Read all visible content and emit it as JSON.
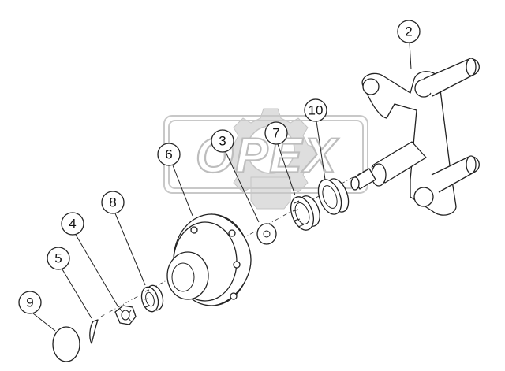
{
  "watermark": {
    "text": "OPEX"
  },
  "callouts": [
    {
      "id": "2",
      "label": "2"
    },
    {
      "id": "10",
      "label": "10"
    },
    {
      "id": "7",
      "label": "7"
    },
    {
      "id": "3",
      "label": "3"
    },
    {
      "id": "6",
      "label": "6"
    },
    {
      "id": "8",
      "label": "8"
    },
    {
      "id": "4",
      "label": "4"
    },
    {
      "id": "5",
      "label": "5"
    },
    {
      "id": "9",
      "label": "9"
    }
  ]
}
